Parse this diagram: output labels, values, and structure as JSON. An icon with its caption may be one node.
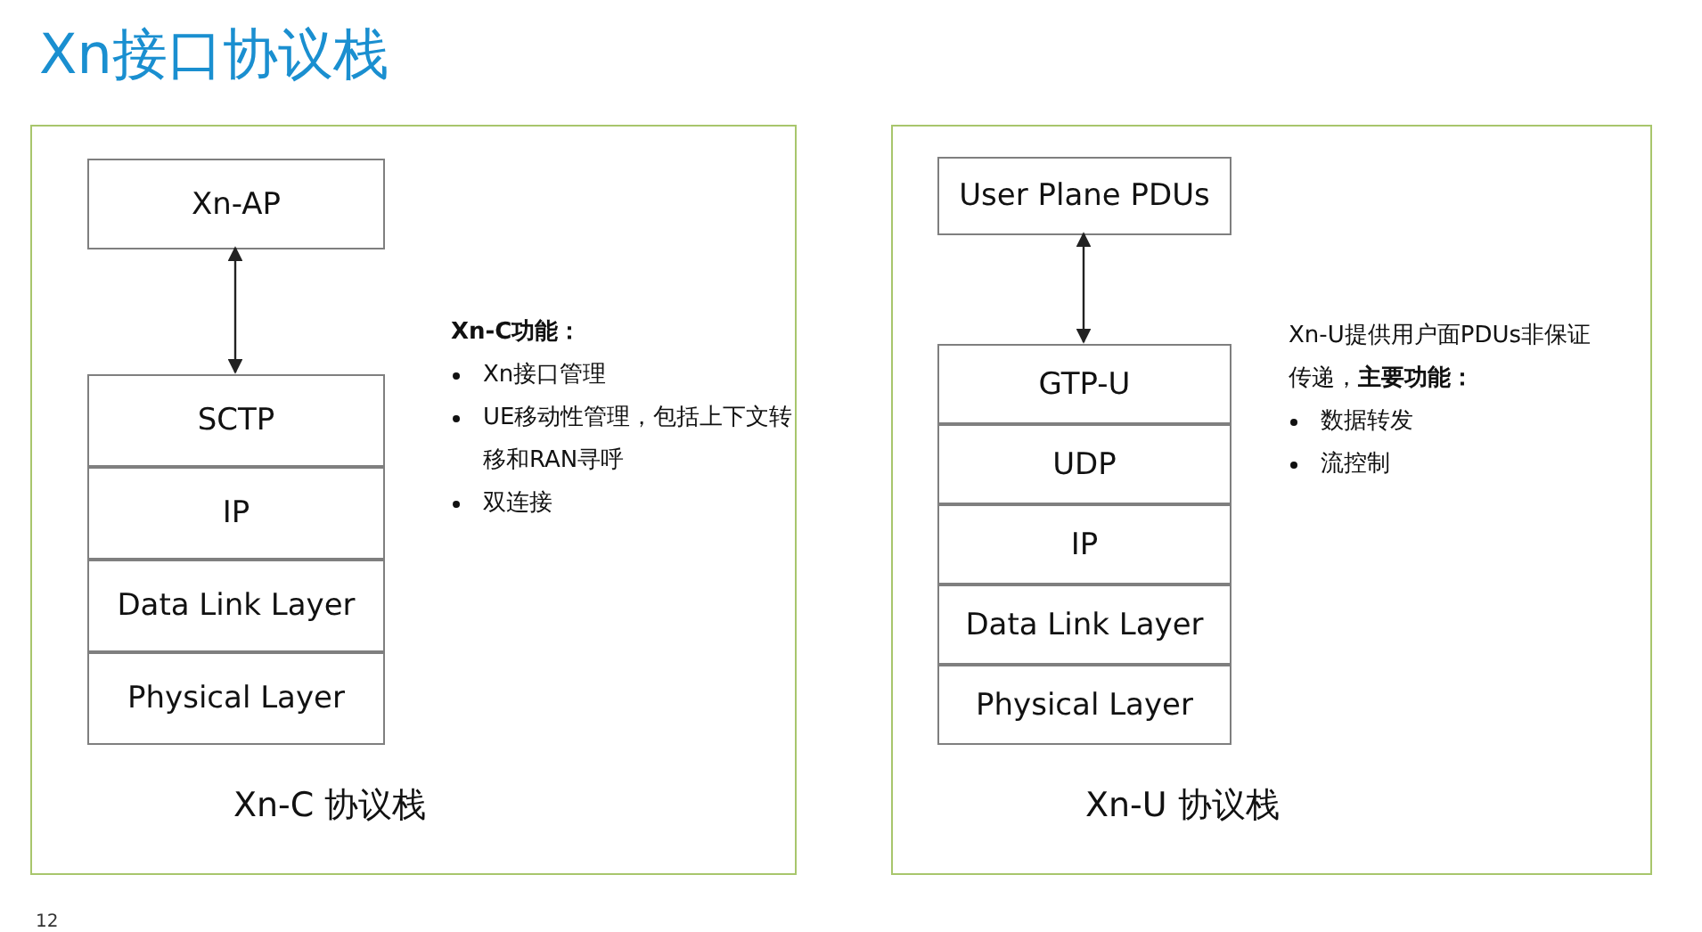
{
  "diagram": {
    "title": "Xn接口协议栈",
    "nodes": [
      {
        "text": [
          "Xn-C 协议栈",
          "Xn-C功能：",
          "Xn接口管理",
          "UE移动性管理，包括上下文转移和RAN寻呼",
          "双连接"
        ]
      },
      {
        "text": [
          "Xn-AP"
        ],
        "in": 0
      },
      {
        "text": [
          "SCTP"
        ],
        "in": 0
      },
      {
        "text": [
          "IP"
        ],
        "in": 0
      },
      {
        "text": [
          "Data Link Layer"
        ],
        "in": 0
      },
      {
        "text": [
          "Physical Layer"
        ],
        "in": 0
      },
      {
        "text": [
          "Xn-U 协议栈",
          "Xn-U提供用户面PDUs非保证传递，**主要功能：**",
          "数据转发",
          "流控制"
        ]
      },
      {
        "text": [
          "User Plane PDUs"
        ],
        "in": 6
      },
      {
        "text": [
          "GTP-U"
        ],
        "in": 6
      },
      {
        "text": [
          "UDP"
        ],
        "in": 6
      },
      {
        "text": [
          "IP"
        ],
        "in": 6
      },
      {
        "text": [
          "Data Link Layer"
        ],
        "in": 6
      },
      {
        "text": [
          "Physical Layer"
        ],
        "in": 6
      }
    ],
    "edges": [
      {
        "from": 1,
        "to": 2,
        "arrow": "both"
      },
      {
        "from": 7,
        "to": 8,
        "arrow": "both"
      }
    ],
    "labels": [
      "12"
    ]
  }
}
